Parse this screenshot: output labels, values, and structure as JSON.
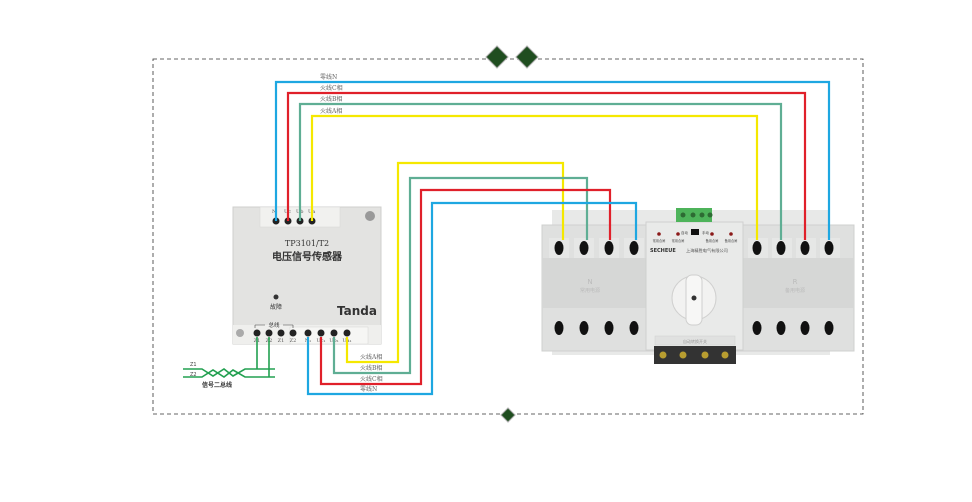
{
  "diagram": {
    "title": "TP3101/T2 voltage sensor wiring to dual-power transfer switch",
    "colors": {
      "neutral": "#1ea7e1",
      "phase_c": "#e0202a",
      "phase_b": "#5fae94",
      "phase_a": "#f5e800",
      "bus": "#22a050",
      "frame_dash": "#333333",
      "handle_fill": "#1f4d1f"
    },
    "top_wire_labels": {
      "neutral": "零线N",
      "phase_c": "火线C相",
      "phase_b": "火线B相",
      "phase_a": "火线A相"
    },
    "bottom_wire_labels": {
      "phase_a": "火线A相",
      "phase_b": "火线B相",
      "phase_c": "火线C相",
      "neutral": "零线N"
    },
    "sensor": {
      "model": "TP3101/T2",
      "name": "电压信号传感器",
      "fault_label": "故障",
      "brand": "Tanda",
      "bus_group_label": "总线",
      "top_terminals": [
        "N",
        "Uc",
        "Ub",
        "Ua"
      ],
      "bottom_terminals": [
        "Z1",
        "Z2",
        "Z1",
        "Z2",
        "N₁",
        "Uc₁",
        "Ub₁",
        "Ua₁"
      ]
    },
    "bus": {
      "lines": [
        "Z1",
        "Z2"
      ],
      "caption": "信号二总线"
    },
    "switch": {
      "brand": "SECHEUE",
      "company": "上海精胜电气有限公司",
      "indicators": [
        "常用合闸",
        "常用合闸",
        "备用合闸",
        "备用合闸"
      ],
      "mode_left": "自动",
      "mode_right": "手动",
      "left_side_label": "N",
      "left_side_sub": "常用电源",
      "right_side_label": "R",
      "right_side_sub": "备用电源",
      "bottom_plate": "自动转换开关"
    }
  }
}
